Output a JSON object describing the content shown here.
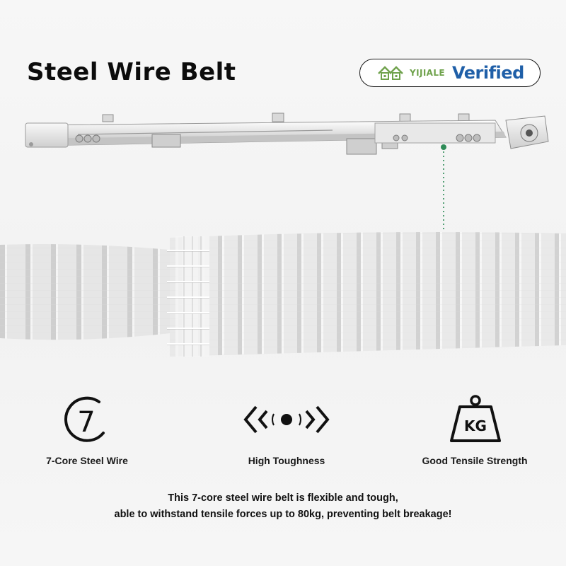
{
  "title": "Steel Wire Belt",
  "badge": {
    "brand": "YIJIALE",
    "verified": "Verified",
    "brand_color": "#6fa24c",
    "verified_color": "#1f5fa8"
  },
  "features": [
    {
      "label": "7-Core Steel Wire",
      "icon": "seven-circle-icon",
      "glyph": "7"
    },
    {
      "label": "High Toughness",
      "icon": "toughness-arrows-icon"
    },
    {
      "label": "Good Tensile Strength",
      "icon": "kg-weight-icon",
      "glyph": "KG"
    }
  ],
  "description": {
    "line1": "This 7-core steel wire belt is flexible and tough,",
    "line2": "able to withstand tensile forces up to 80kg, preventing belt breakage!"
  },
  "colors": {
    "accent_green": "#2e8b57",
    "text": "#111111"
  }
}
